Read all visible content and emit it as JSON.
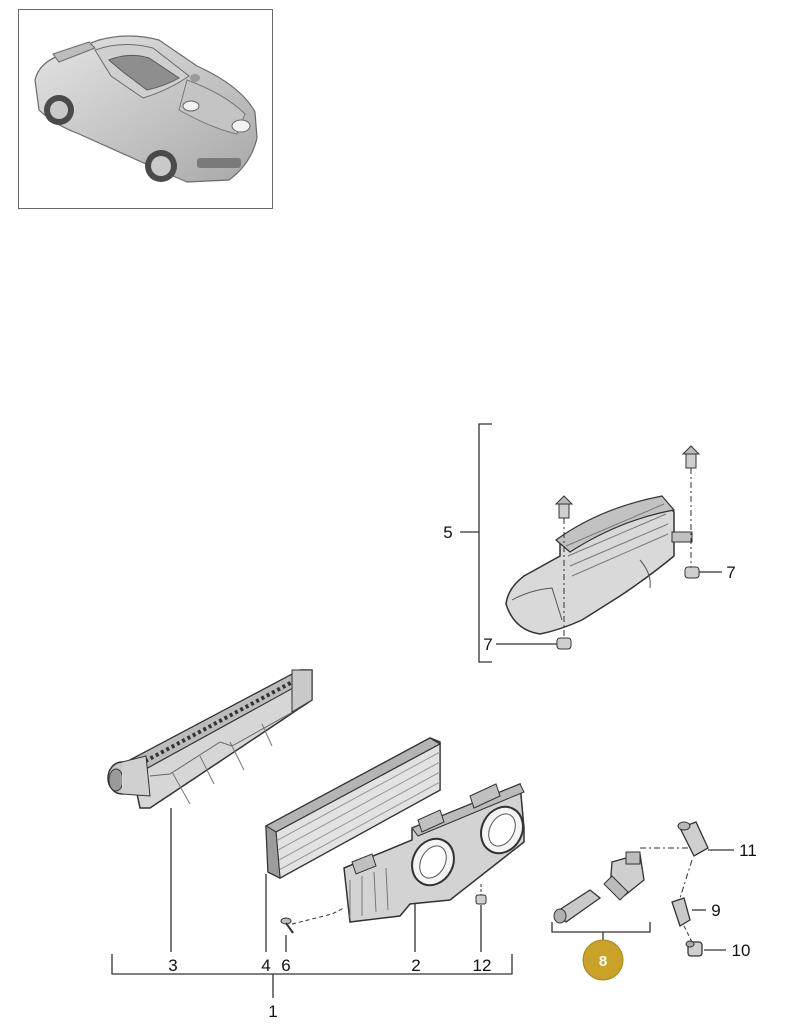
{
  "vehicle_thumbnail": {
    "icon": "sports-coupe-car"
  },
  "callouts": {
    "assembly_1": "1",
    "housing_2": "2",
    "intake_3": "3",
    "filter_4": "4",
    "duct_5": "5",
    "screw_6": "6",
    "grommet_7a": "7",
    "grommet_7b": "7",
    "sensor_set_8": "8",
    "hose_9": "9",
    "hose_10": "10",
    "connector_11": "11",
    "clip_12": "12"
  },
  "colors": {
    "part_fill": "#d9d9d9",
    "part_dark": "#a9a9a9",
    "line": "#333333",
    "badge": "#c9a227"
  }
}
